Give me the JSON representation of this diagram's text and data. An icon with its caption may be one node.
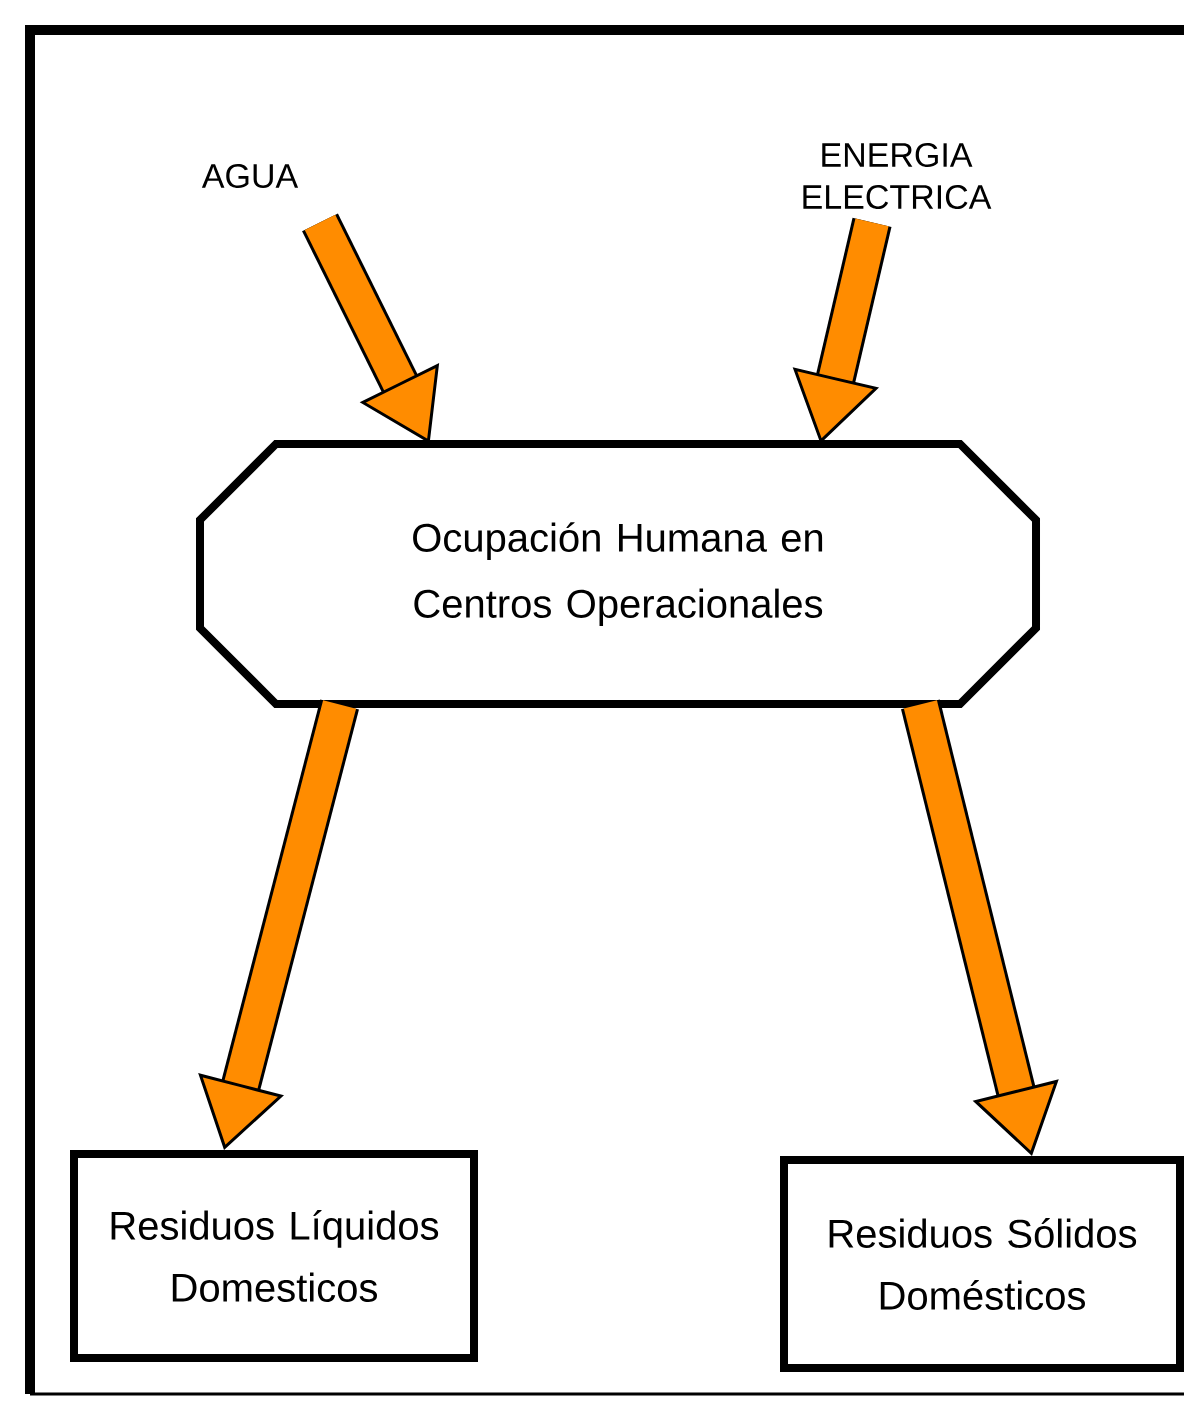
{
  "diagram": {
    "nodes": [
      {
        "text": [
          "AGUA"
        ]
      },
      {
        "text": [
          "ENERGIA ELECTRICA"
        ]
      },
      {
        "text": [
          "Ocupación Humana en Centros Operacionales"
        ]
      },
      {
        "text": [
          "Residuos Líquidos Domesticos"
        ]
      },
      {
        "text": [
          "Residuos Sólidos Domésticos"
        ]
      }
    ],
    "edges": [
      {
        "from": 0,
        "to": 2,
        "arrow": "to"
      },
      {
        "from": 1,
        "to": 2,
        "arrow": "to"
      },
      {
        "from": 2,
        "to": 3,
        "arrow": "to"
      },
      {
        "from": 2,
        "to": 4,
        "arrow": "to"
      }
    ]
  }
}
